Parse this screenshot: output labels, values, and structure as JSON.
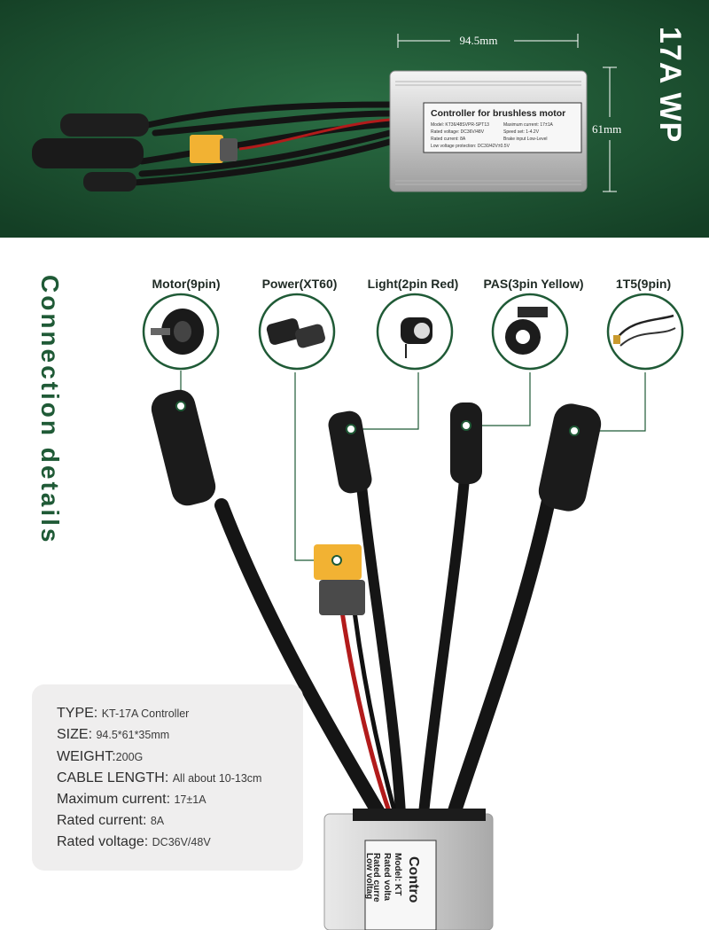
{
  "hero": {
    "title": "17A WP",
    "dim_width": "94.5mm",
    "dim_height": "61mm",
    "label_title": "Controller for brushless motor",
    "label_lines": [
      [
        "Model:",
        "KT36/48SVPR-SPT13",
        "Maximum current:",
        "17±1A"
      ],
      [
        "Rated voltage:",
        "DC36V/48V",
        "Speed set:",
        "1-4.2V"
      ],
      [
        "Rated current:",
        "8A",
        "Brake input Low-Level",
        ""
      ],
      [
        "Low voltage protection:",
        "DC30/42V±0.5V",
        "",
        ""
      ]
    ]
  },
  "section": {
    "title": "Connection details"
  },
  "connectors": [
    {
      "label": "Motor(9pin)",
      "icon": "motor-hub-icon"
    },
    {
      "label": "Power(XT60)",
      "icon": "xt60-plug-icon"
    },
    {
      "label": "Light(2pin Red)",
      "icon": "bike-light-icon"
    },
    {
      "label": "PAS(3pin Yellow)",
      "icon": "pas-sensor-icon"
    },
    {
      "label": "1T5(9pin)",
      "icon": "cable-icon"
    }
  ],
  "specs": [
    {
      "key": "TYPE:",
      "value": "KT-17A Controller"
    },
    {
      "key": "SIZE:",
      "value": "94.5*61*35mm"
    },
    {
      "key": "WEIGHT:",
      "value": "200G"
    },
    {
      "key": "CABLE LENGTH:",
      "value": "All about 10-13cm"
    },
    {
      "key": "Maximum current:",
      "value": "17±1A"
    },
    {
      "key": "Rated current:",
      "value": "8A"
    },
    {
      "key": "Rated voltage:",
      "value": "DC36V/48V"
    }
  ],
  "bottom_label": {
    "title": "Contro",
    "lines": [
      "Model: KT",
      "Rated volta",
      "Rated curre",
      "Low voltag"
    ]
  },
  "colors": {
    "hero_bg": "#1f5a36",
    "accent": "#1f5a36",
    "xt60": "#f2b233",
    "cable": "#1b1b1b",
    "red_wire": "#b21b1b"
  }
}
